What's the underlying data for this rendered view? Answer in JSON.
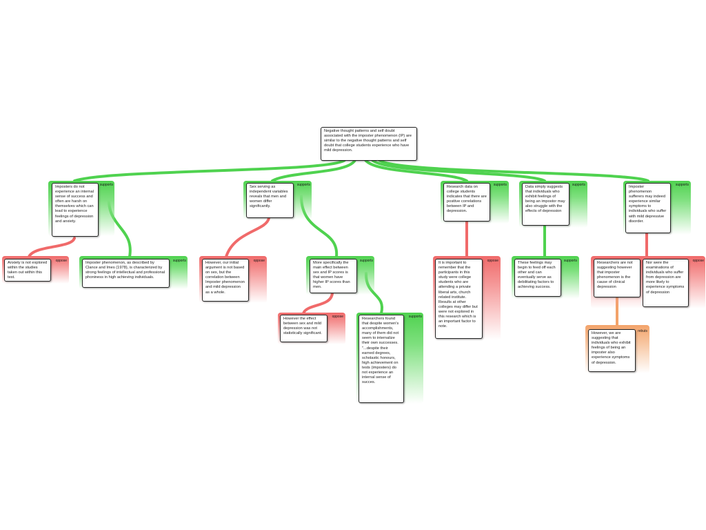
{
  "colors": {
    "supports": "#4fd24f",
    "opposes": "#f06a6a",
    "rebuts": "#f3a36a"
  },
  "nodes": {
    "main": {
      "text": "Negative thought patterns and self doubt associated with the imposter phenomenon (IP) are similar to the negative thought patterns and self doubt that college students experience who have mild depression."
    },
    "n1": {
      "tag": "supports",
      "text": "Imposters do not experience an internal sense of success and often are harsh on themselves which can lead to experience feelings of depression and anxiety."
    },
    "n1a": {
      "tag": "oppose",
      "text": "Anxiety is not explored within the studies taken out within this test."
    },
    "n1b": {
      "tag": "supports",
      "text": "Imposter phenomenon, as described by Clance and Imes (1978), is characterized by strong feelings of intellectual and professional phoniness in high achieving individuals."
    },
    "n2": {
      "tag": "supports",
      "text": "Sex serving as independent variables reveals that men and women differ significantly."
    },
    "n2a": {
      "tag": "oppose",
      "text": "However, our initial argument is not based on sex, but the correlation between Imposter phenomenon and mild depression as a whole."
    },
    "n2b": {
      "tag": "supports",
      "text": "More specifically the main effect between sex and IP scores is that women have higher IP scores than men."
    },
    "n2b1": {
      "tag": "oppose",
      "text": "However the effect between sex and mild depression was not statistically significant."
    },
    "n2b2": {
      "tag": "supports",
      "text": "Researchers found that despite women's accomplishments, many of them did not seem to internalize their own successes. \"...despite their earned degrees, scholastic honours, high achievement on tests (imposters) do not experience an internal sense of succes."
    },
    "n3": {
      "tag": "supports",
      "text": "Research data on college students indicates that there are positive correlations between IP and depression."
    },
    "n3a": {
      "tag": "oppose",
      "text": "It is important to remember that the participants in this study were college students who are attending a private liberal arts, church related institute. Results at other colleges may differ but were not explored in this research which is an important factor to note."
    },
    "n4": {
      "tag": "supports",
      "text": "Data simply suggests that individuals who exhibit feelings of being an impostor may also struggle with the effects of depression"
    },
    "n4a": {
      "tag": "supports",
      "text": "These feelings may begin to feed off each other and can eventually serve as debilitating factors to achieving success."
    },
    "n5": {
      "tag": "supports",
      "text": "Imposter phenomenon sufferers may indeed experience similar symptoms to individuals who suffer with mild depressive disorder."
    },
    "n5a": {
      "tag": "oppose",
      "text": "Researchers are not suggesting however that imposter phenomenon is the cause of clinical depression"
    },
    "n5b": {
      "text": "Nor were the examinations of individuals who suffer from depression are more likely to experience symptoms of depression"
    },
    "n5a1": {
      "tag": "rebuts",
      "text": "However, we are suggesting that individuals who exhibit feelings of being an imposter also experience symptoms of depression."
    }
  }
}
